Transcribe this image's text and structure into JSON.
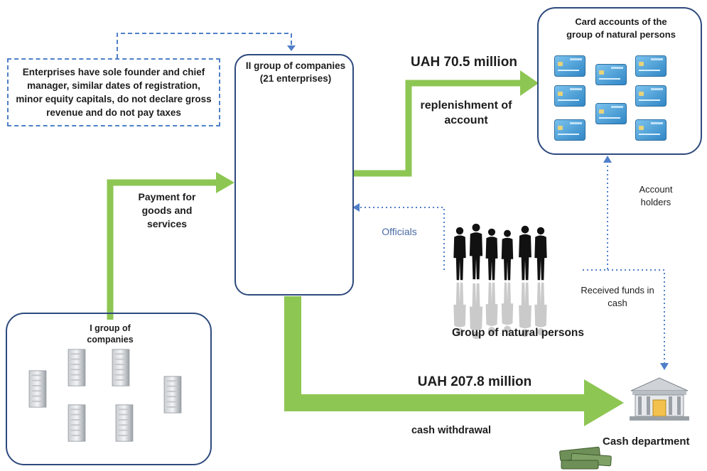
{
  "enterprises_note": "Enterprises have sole founder and chief manager, similar dates of registration, minor equity capitals, do not declare gross revenue and do not pay taxes",
  "group2_title": "II group of companies (21 enterprises)",
  "group1_title": "I group of companies",
  "card_accounts_title": "Card accounts of the group of natural persons",
  "amount_top": "UAH 70.5 million",
  "replenishment": "replenishment of account",
  "payment": "Payment for goods and services",
  "officials": "Officials",
  "account_holders": "Account holders",
  "received_funds": "Received funds in cash",
  "natural_persons": "Group of natural persons",
  "amount_bottom": "UAH 207.8 million",
  "cash_withdrawal": "cash withdrawal",
  "cash_department": "Cash department",
  "colors": {
    "arrow_green": "#8dc653",
    "box_border": "#2e4a7d",
    "dashed_blue": "#4f7fc8",
    "card_blue": "#3f9ad6"
  }
}
